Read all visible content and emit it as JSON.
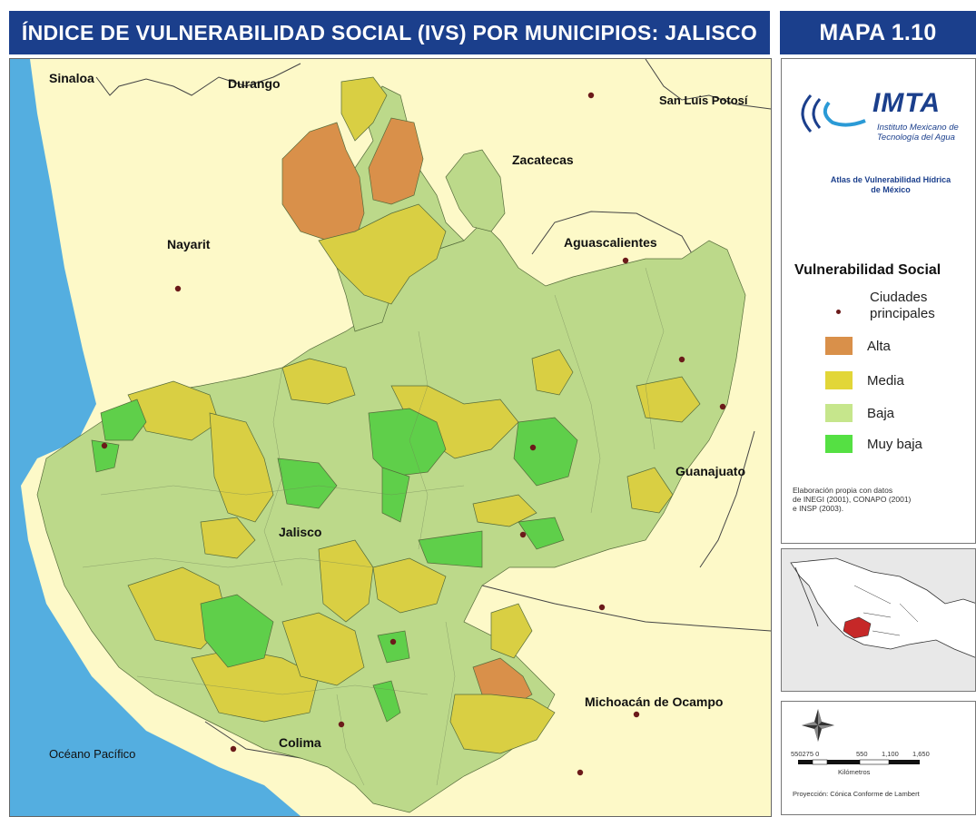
{
  "header": {
    "title": "ÍNDICE DE VULNERABILIDAD SOCIAL (IVS) POR MUNICIPIOS: JALISCO",
    "map_number": "MAPA 1.10"
  },
  "map": {
    "labels": {
      "sinaloa": "Sinaloa",
      "durango": "Durango",
      "san_luis_potosi": "San Luis Potosí",
      "zacatecas": "Zacatecas",
      "nayarit": "Nayarit",
      "aguascalientes": "Aguascalientes",
      "guanajuato": "Guanajuato",
      "jalisco": "Jalisco",
      "michoacan": "Michoacán de Ocampo",
      "colima": "Colima",
      "oceano": "Océano Pacífico"
    },
    "colors": {
      "sea": "#54aee0",
      "land": "#fdf9c8",
      "alta": "#d9904a",
      "media": "#d9cf43",
      "baja": "#bcd98a",
      "muy_baja": "#5fcf4a",
      "city": "#6b1a1a"
    }
  },
  "legend": {
    "logo_text": "IMTA",
    "logo_sub_1": "Instituto Mexicano de",
    "logo_sub_2": "Tecnología del Agua",
    "atlas_1": "Atlas de Vulnerabilidad Hídrica",
    "atlas_2": "de México",
    "title": "Vulnerabilidad Social",
    "city_label_1": "Ciudades",
    "city_label_2": "principales",
    "items": [
      {
        "label": "Alta",
        "color": "#d9904a"
      },
      {
        "label": "Media",
        "color": "#e2d638"
      },
      {
        "label": "Baja",
        "color": "#c6e68c"
      },
      {
        "label": "Muy baja",
        "color": "#55e043"
      }
    ],
    "credits_1": "Elaboración propia con datos",
    "credits_2": "de INEGI (2001), CONAPO (2001)",
    "credits_3": "e INSP (2003)."
  },
  "scale": {
    "ticks": [
      "550275 0",
      "550",
      "1,100",
      "1,650"
    ],
    "unit": "Kilómetros",
    "projection": "Proyección: Cónica Conforme de Lambert"
  }
}
